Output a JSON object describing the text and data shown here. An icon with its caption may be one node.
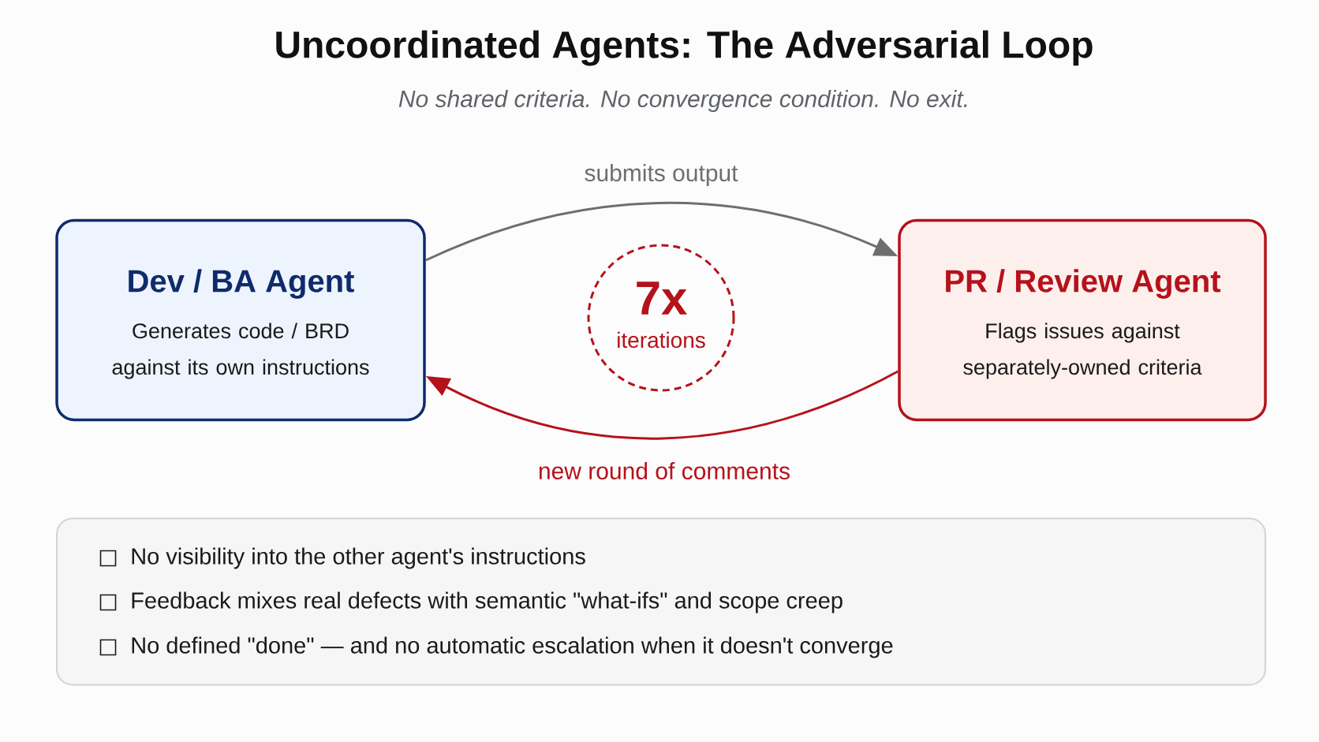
{
  "diagram": {
    "title": "Uncoordinated Agents: The Adversarial Loop",
    "nodes": [
      {
        "text": [
          "Dev / BA Agent",
          "Generates code / BRD against its own instructions"
        ]
      },
      {
        "text": [
          "PR / Review Agent",
          "Flags issues against separately-owned criteria"
        ]
      },
      {
        "text": [
          "7x",
          "iterations"
        ]
      },
      {
        "text": [
          "No visibility into the other agent's instructions",
          "Feedback mixes real defects with semantic \"what-ifs\" and scope creep",
          "No defined \"done\" — and no automatic escalation when it doesn't converge"
        ]
      }
    ],
    "edges": [
      {
        "from": 0,
        "to": 1,
        "arrow": "to",
        "label": "submits output",
        "color": "#6e6e6e"
      },
      {
        "from": 1,
        "to": 0,
        "arrow": "to",
        "label": "new round of comments",
        "color": "#b5121b"
      }
    ],
    "labels": [
      "No shared criteria. No convergence condition. No exit."
    ]
  }
}
